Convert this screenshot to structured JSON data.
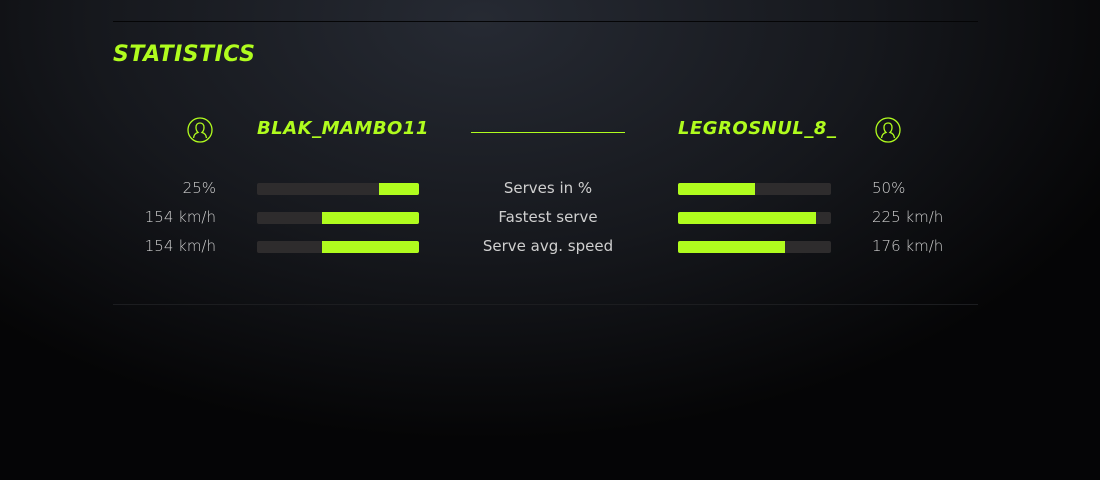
{
  "title": "STATISTICS",
  "accent_color": "#b0fc1e",
  "players": [
    {
      "name": "BLAK_MAMBO11",
      "icon": "user-icon"
    },
    {
      "name": "LEGROSNUL_8_",
      "icon": "user-icon"
    }
  ],
  "stats": [
    {
      "label": "Serves in %",
      "left_value": "25%",
      "left_fill": 0.25,
      "right_value": "50%",
      "right_fill": 0.5
    },
    {
      "label": "Fastest serve",
      "left_value": "154 km/h",
      "left_fill": 0.6,
      "right_value": "225 km/h",
      "right_fill": 0.9
    },
    {
      "label": "Serve avg. speed",
      "left_value": "154 km/h",
      "left_fill": 0.6,
      "right_value": "176 km/h",
      "right_fill": 0.7
    }
  ]
}
